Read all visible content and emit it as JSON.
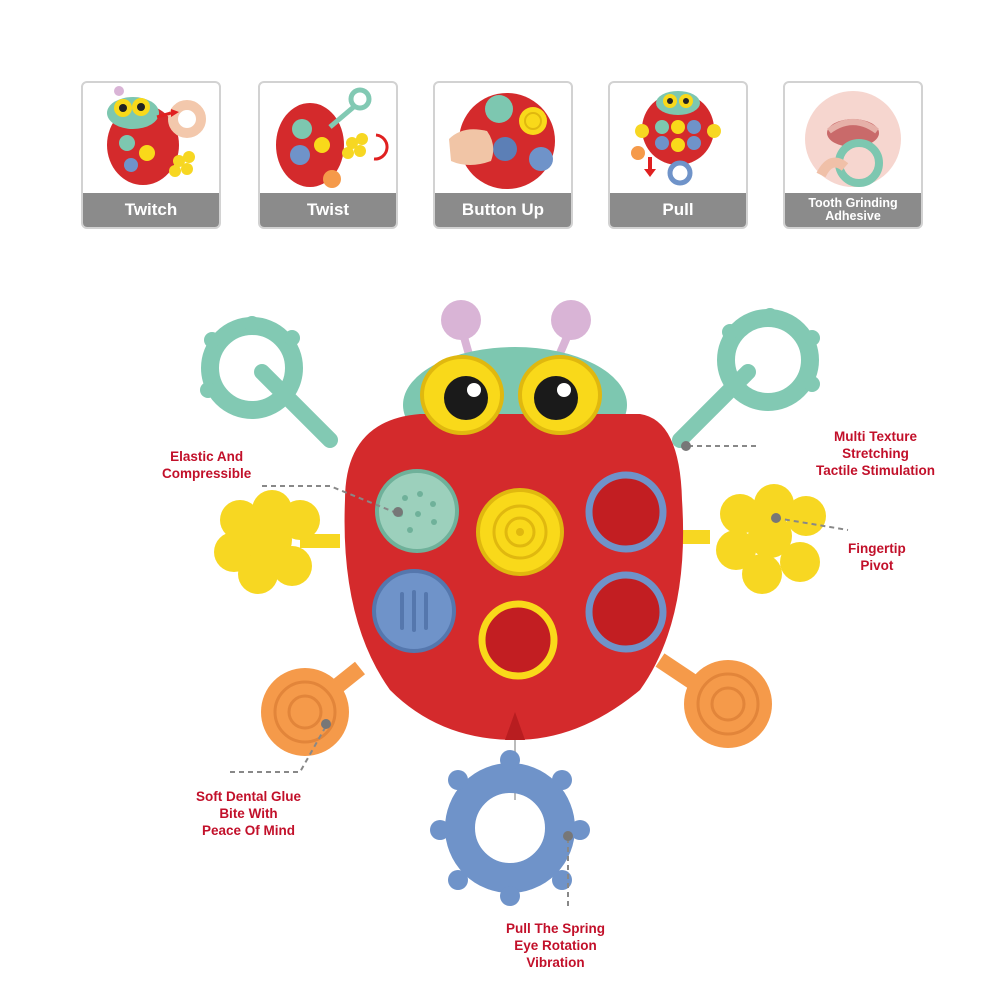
{
  "features": [
    {
      "label": "Twitch",
      "icon": "twitch-pull-antenna"
    },
    {
      "label": "Twist",
      "icon": "twist-yellow-flower"
    },
    {
      "label": "Button Up",
      "icon": "finger-press-button"
    },
    {
      "label": "Pull",
      "icon": "pull-blue-ring"
    },
    {
      "label": "Tooth Grinding Adhesive",
      "label_line1": "Tooth Grinding",
      "label_line2": "Adhesive",
      "icon": "mouth-teether"
    }
  ],
  "callouts": {
    "elastic": [
      "Elastic And",
      "Compressible"
    ],
    "texture": [
      "Multi Texture",
      "Stretching",
      "Tactile Stimulation"
    ],
    "fingertip": [
      "Fingertip",
      "Pivot"
    ],
    "dental": [
      "Soft Dental Glue",
      "Bite With",
      "Peace Of Mind"
    ],
    "spring": [
      "Pull The Spring",
      "Eye Rotation",
      "Vibration"
    ]
  },
  "colors": {
    "body": "#d42a2c",
    "head": "#7dc7b0",
    "eyes": "#f9d91a",
    "antenna": "#d9b4d6",
    "handles": "#82c9b3",
    "flowers": "#f7d722",
    "feet": "#f59a4a",
    "pull_ring": "#6f93c9",
    "callout_text": "#c2102a",
    "caption_bg": "#8b8b8b"
  }
}
